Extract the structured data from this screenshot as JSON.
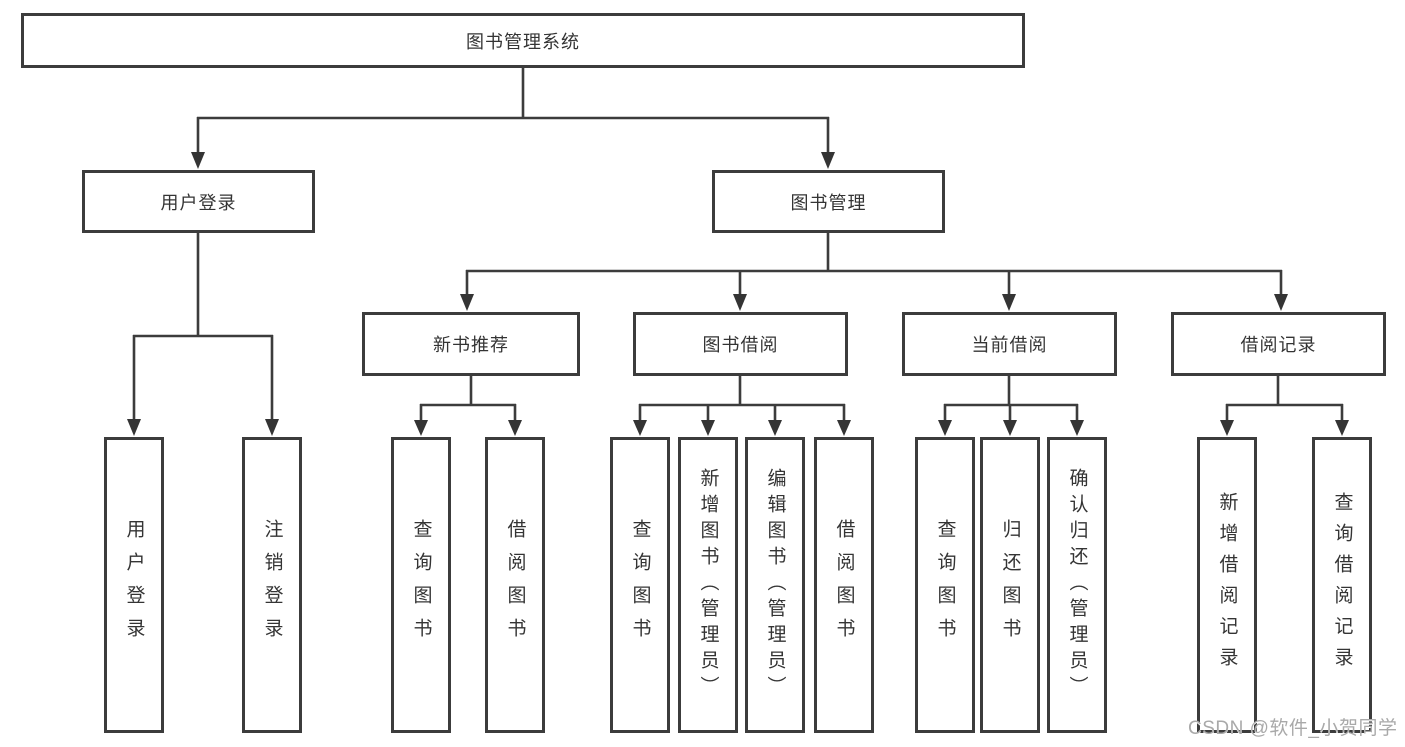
{
  "diagram": {
    "title": "图书管理系统",
    "root": {
      "label": "图书管理系统"
    },
    "level2": [
      {
        "label": "用户登录"
      },
      {
        "label": "图书管理"
      }
    ],
    "level3": [
      {
        "label": "新书推荐"
      },
      {
        "label": "图书借阅"
      },
      {
        "label": "当前借阅"
      },
      {
        "label": "借阅记录"
      }
    ],
    "level4": [
      {
        "label": "用户登录",
        "parent": "用户登录"
      },
      {
        "label": "注销登录",
        "parent": "用户登录"
      },
      {
        "label": "查询图书",
        "parent": "新书推荐"
      },
      {
        "label": "借阅图书",
        "parent": "新书推荐"
      },
      {
        "label": "查询图书",
        "parent": "图书借阅"
      },
      {
        "label": "新增图书（管理员）",
        "parent": "图书借阅"
      },
      {
        "label": "编辑图书（管理员）",
        "parent": "图书借阅"
      },
      {
        "label": "借阅图书",
        "parent": "图书借阅"
      },
      {
        "label": "查询图书",
        "parent": "当前借阅"
      },
      {
        "label": "归还图书",
        "parent": "当前借阅"
      },
      {
        "label": "确认归还（管理员）",
        "parent": "当前借阅"
      },
      {
        "label": "新增借阅记录",
        "parent": "借阅记录"
      },
      {
        "label": "查询借阅记录",
        "parent": "借阅记录"
      }
    ],
    "colors": {
      "border": "#3c3c3c",
      "text": "#343434",
      "background": "#ffffff",
      "watermark": "#a9a9a9"
    }
  },
  "watermark": {
    "text": "CSDN @软件_小贺同学"
  }
}
